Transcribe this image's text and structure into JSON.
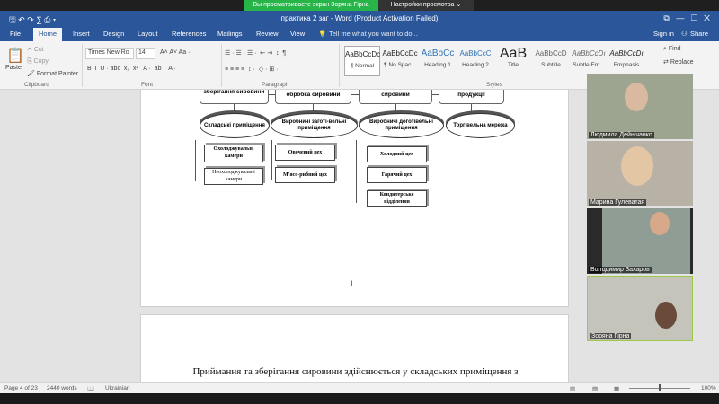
{
  "zoom_banner": {
    "notice": "Вы просматриваете экран Зоряна Гірна",
    "settings": "Настройки просмотра ⌄"
  },
  "window": {
    "title": "практика 2 заг - Word (Product Activation Failed)",
    "qat": "🖫 ↶ ↷ ∑ ⎙ ▾",
    "controls": "⧉   —   ☐   ✕"
  },
  "tabs": [
    "File",
    "Home",
    "Insert",
    "Design",
    "Layout",
    "References",
    "Mailings",
    "Review",
    "View"
  ],
  "tell_me": "Tell me what you want to do...",
  "sign_in": "Sign in",
  "share": "Share",
  "ribbon": {
    "clipboard": {
      "paste": "Paste",
      "cut": "Cut",
      "copy": "Copy",
      "format_painter": "Format Painter",
      "label": "Clipboard"
    },
    "font": {
      "name": "Times New Ro",
      "size": "14",
      "label": "Font",
      "buttons": "B  I  U · abc  x₂  x²   A ·  ab ·  A ·",
      "top_buttons": "A˄ A˅  Aa ·"
    },
    "paragraph": {
      "label": "Paragraph",
      "row1": "☰ · ☰ · ☰ ·  ⇤ ⇥  ↕  ¶",
      "row2": "≡ ≡ ≡ ≡  ↕ ·  ◇ · ⊞ ·"
    },
    "styles": {
      "label": "Styles",
      "items": [
        {
          "preview": "AaBbCcDc",
          "name": "¶ Normal"
        },
        {
          "preview": "AaBbCcDc",
          "name": "¶ No Spac..."
        },
        {
          "preview": "AaBbCc",
          "name": "Heading 1"
        },
        {
          "preview": "AaBbCcC",
          "name": "Heading 2"
        },
        {
          "preview": "AaB",
          "name": "Title"
        },
        {
          "preview": "AaBbCcD",
          "name": "Subtitle"
        },
        {
          "preview": "AaBbCcDı",
          "name": "Subtle Em..."
        },
        {
          "preview": "AaBbCcDı",
          "name": "Emphasis"
        }
      ]
    },
    "editing": {
      "find": "Find",
      "replace": "Replace"
    }
  },
  "diagram": {
    "top": [
      "зберігання сировини",
      "обробка сировини",
      "сировини",
      "продукції"
    ],
    "ellipses": [
      "Складські приміщення",
      "Виробничі заготі-вельні приміщення",
      "Виробничі доготівельні приміщення",
      "Торгівельна мережа"
    ],
    "col1": [
      "Охолоджувальні камери",
      "Неохолоджувальні камери"
    ],
    "col2": [
      "Овочевий цех",
      "М'ясо-рибний цех"
    ],
    "col3": [
      "Холодний цех",
      "Гарячий цех",
      "Кондитерське відділення"
    ]
  },
  "page2_text": "Приймання та зберігання сировини здійснюється у складських приміщення з",
  "status": {
    "page": "Page 4 of 23",
    "words": "2440 words",
    "language": "Ukrainian",
    "zoom": "100%"
  },
  "participants": [
    "Людмила Дейнічанко",
    "Марина Гулеватая",
    "Володимир Захаров",
    "Зоряна Гірна"
  ]
}
